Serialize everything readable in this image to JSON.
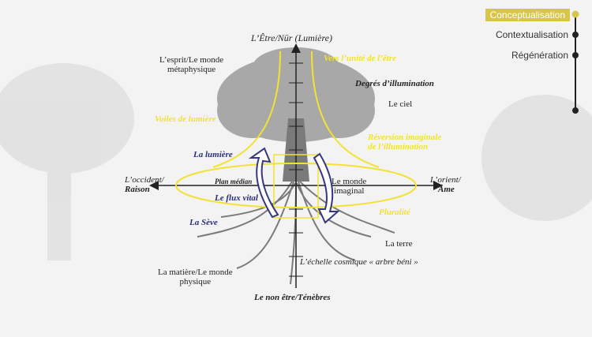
{
  "nav": {
    "items": [
      {
        "label": "Conceptualisation",
        "active": true
      },
      {
        "label": "Contextualisation",
        "active": false
      },
      {
        "label": "Régénération",
        "active": false
      }
    ],
    "active_color": "#d7c64b"
  },
  "diagram": {
    "top_label": "L’Être/Nūr (Lumière)",
    "bottom_label": "Le non être/Ténèbres",
    "left_axis": {
      "line1": "L’occident/",
      "line2": "Raison"
    },
    "right_axis": {
      "line1": "L’orient/",
      "line2": "Âme"
    },
    "spirit_world": {
      "line1": "L’esprit/Le monde",
      "line2": "métaphysique"
    },
    "matter_world": {
      "line1": "La matière/Le monde",
      "line2": "physique"
    },
    "unity": "Vers l’unité de l’être",
    "degrees": "Degrés d’illumination",
    "sky": "Le ciel",
    "veils": "Voiles de lumière",
    "reversion": {
      "line1": "Réversion imaginale",
      "line2": "de l’illumination"
    },
    "light": "La lumière",
    "median": "Plan médian",
    "vital": "Le flux vital",
    "sap": "La Sève",
    "imaginal": {
      "line1": "Le monde",
      "line2": "imaginal"
    },
    "plurality": "Pluralité",
    "earth": "La terre",
    "ladder": "L’échelle cosmique « arbre béni »"
  },
  "colors": {
    "yellow": "#f2e233",
    "blue": "#2b2f7a",
    "tree": "#8a8a8a"
  }
}
